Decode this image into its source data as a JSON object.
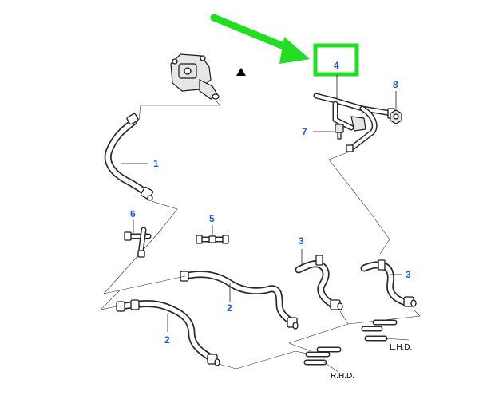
{
  "callouts": {
    "c1": "1",
    "c2a": "2",
    "c2b": "2",
    "c3a": "3",
    "c3b": "3",
    "c4": "4",
    "c5": "5",
    "c6": "6",
    "c7": "7",
    "c8": "8"
  },
  "notes": {
    "lhd": "L.H.D.",
    "rhd": "R.H.D."
  },
  "colors": {
    "callout": "#1f5bd6",
    "highlight": "#22dd22",
    "line": "#1a1a1a"
  }
}
